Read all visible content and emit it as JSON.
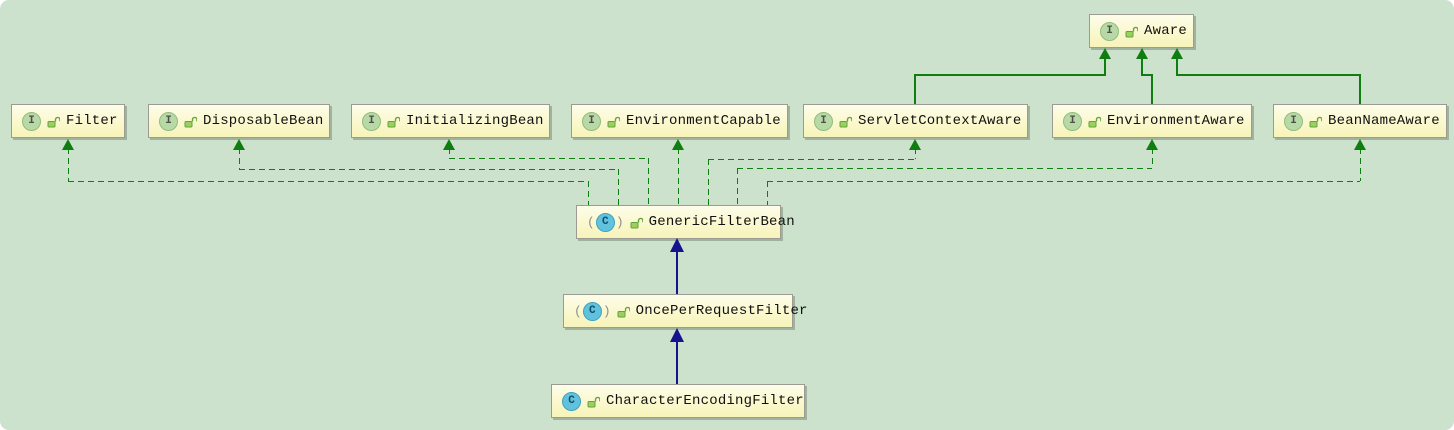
{
  "diagram": {
    "type": "uml-class-diagram",
    "nodes": {
      "filter": {
        "label": "Filter",
        "kind": "interface"
      },
      "disposable_bean": {
        "label": "DisposableBean",
        "kind": "interface"
      },
      "initializing_bean": {
        "label": "InitializingBean",
        "kind": "interface"
      },
      "environment_capable": {
        "label": "EnvironmentCapable",
        "kind": "interface"
      },
      "servlet_context_aware": {
        "label": "ServletContextAware",
        "kind": "interface"
      },
      "environment_aware": {
        "label": "EnvironmentAware",
        "kind": "interface"
      },
      "bean_name_aware": {
        "label": "BeanNameAware",
        "kind": "interface"
      },
      "aware": {
        "label": "Aware",
        "kind": "interface"
      },
      "generic_filter_bean": {
        "label": "GenericFilterBean",
        "kind": "abstract-class"
      },
      "once_per_request_filter": {
        "label": "OncePerRequestFilter",
        "kind": "abstract-class"
      },
      "character_encoding_filter": {
        "label": "CharacterEncodingFilter",
        "kind": "class"
      }
    },
    "icon_letters": {
      "interface": "I",
      "class": "C",
      "abstract_paren_open": "(",
      "abstract_paren_close": ")"
    },
    "edges": [
      {
        "from": "GenericFilterBean",
        "to": "Filter",
        "type": "implements"
      },
      {
        "from": "GenericFilterBean",
        "to": "DisposableBean",
        "type": "implements"
      },
      {
        "from": "GenericFilterBean",
        "to": "InitializingBean",
        "type": "implements"
      },
      {
        "from": "GenericFilterBean",
        "to": "EnvironmentCapable",
        "type": "implements"
      },
      {
        "from": "GenericFilterBean",
        "to": "ServletContextAware",
        "type": "implements"
      },
      {
        "from": "GenericFilterBean",
        "to": "EnvironmentAware",
        "type": "implements"
      },
      {
        "from": "GenericFilterBean",
        "to": "BeanNameAware",
        "type": "implements"
      },
      {
        "from": "ServletContextAware",
        "to": "Aware",
        "type": "extends-interface"
      },
      {
        "from": "EnvironmentAware",
        "to": "Aware",
        "type": "extends-interface"
      },
      {
        "from": "BeanNameAware",
        "to": "Aware",
        "type": "extends-interface"
      },
      {
        "from": "OncePerRequestFilter",
        "to": "GenericFilterBean",
        "type": "extends-class"
      },
      {
        "from": "CharacterEncodingFilter",
        "to": "OncePerRequestFilter",
        "type": "extends-class"
      }
    ],
    "colors": {
      "canvas_background": "#cde2cd",
      "node_fill_top": "#fdfdea",
      "node_fill_bottom": "#f7f3ba",
      "node_border": "#9b9b93",
      "interface_icon": "#b7d9a6",
      "class_icon": "#62c2de",
      "implements_edge": "#0f7d0f",
      "extends_class_edge": "#14148c"
    }
  }
}
